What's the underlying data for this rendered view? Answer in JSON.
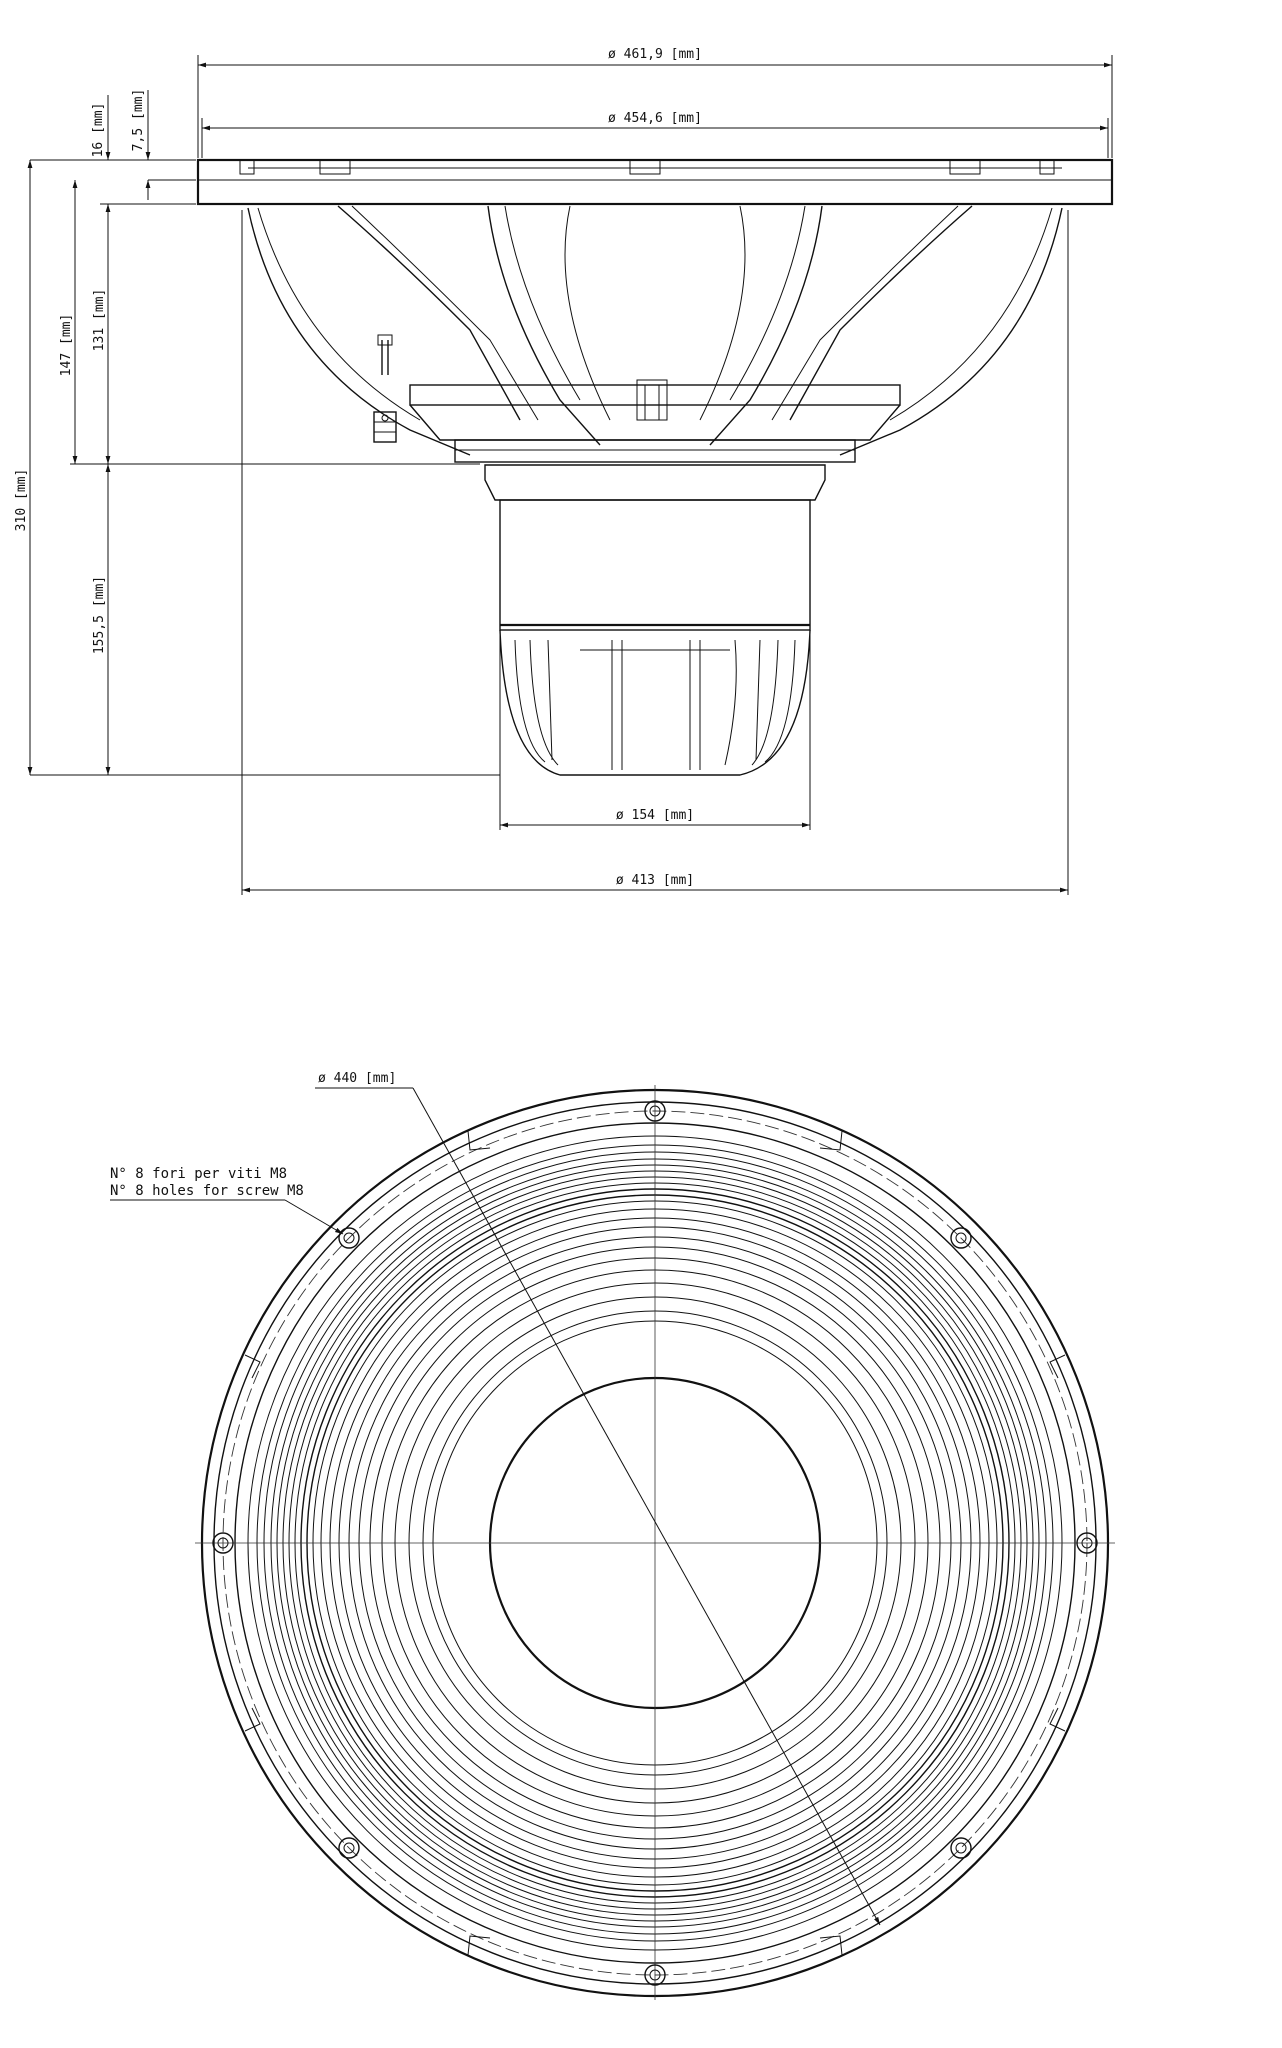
{
  "side_view": {
    "dimensions": {
      "outer_flange_diameter": "ø 461,9  [mm]",
      "flange_seat_diameter": "ø 454,6  [mm]",
      "flange_thickness": "16  [mm]",
      "flange_step": "7,5  [mm]",
      "basket_depth": "147  [mm]",
      "cone_depth": "131  [mm]",
      "total_depth": "310  [mm]",
      "motor_depth": "155,5  [mm]",
      "magnet_diameter": "ø  154  [mm]",
      "basket_diameter": "ø  413  [mm]"
    }
  },
  "front_view": {
    "dimensions": {
      "bolt_circle_diameter": "ø  440  [mm]"
    },
    "notes": {
      "holes_it": "N° 8 fori per viti M8",
      "holes_en": "N° 8 holes for screw M8"
    }
  }
}
